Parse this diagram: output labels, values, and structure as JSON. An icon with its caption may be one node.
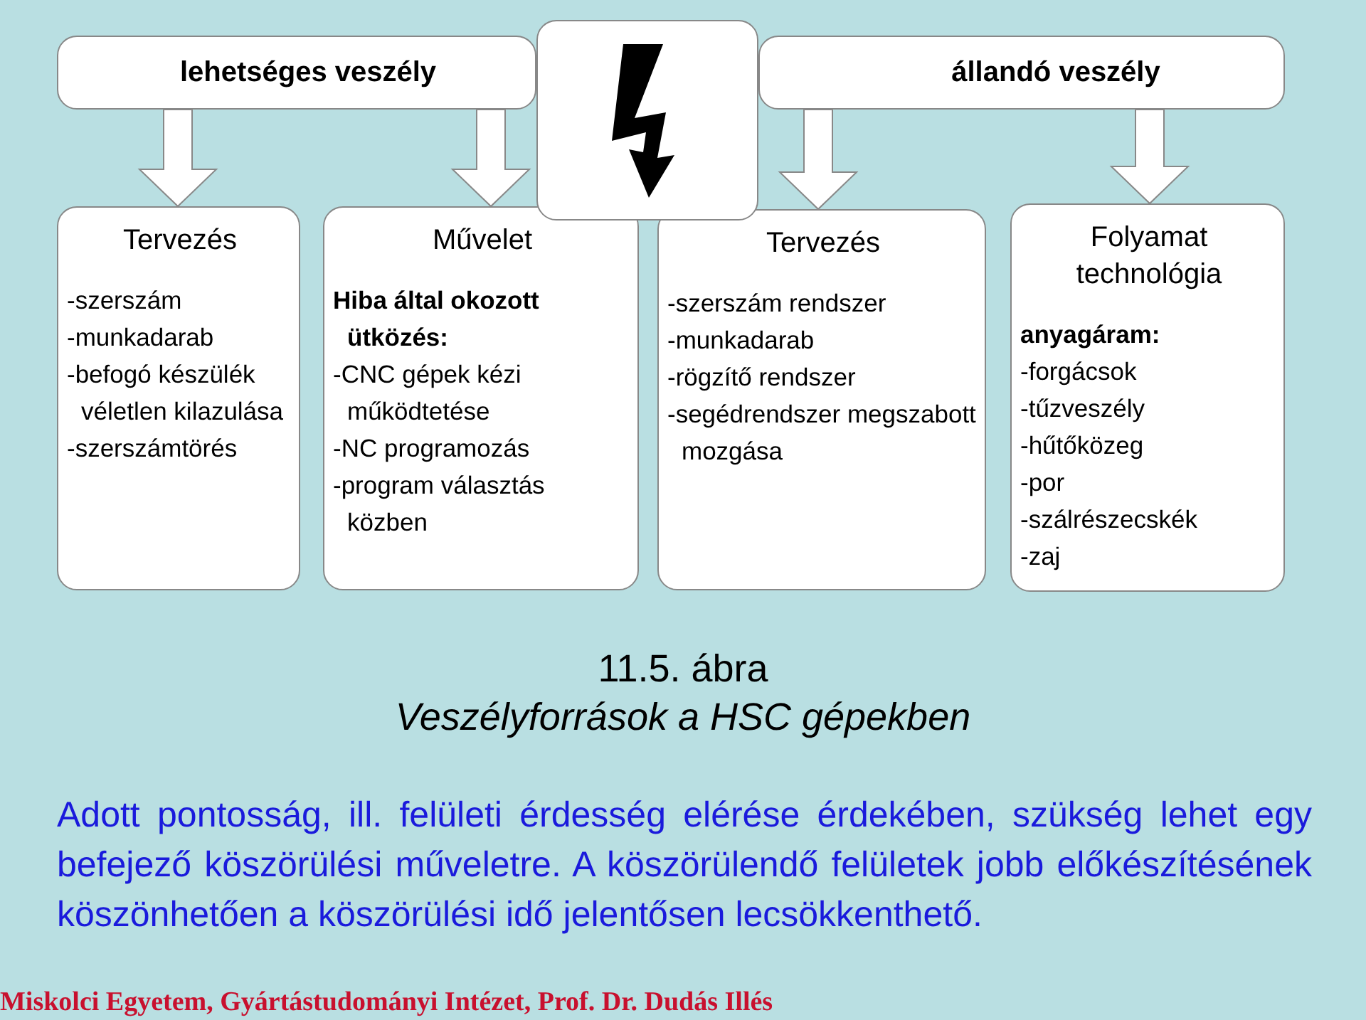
{
  "diagram": {
    "nodes": [
      {
        "text": [
          "lehetséges veszély"
        ]
      },
      {
        "text": [
          "állandó veszély"
        ]
      },
      {
        "text": [],
        "shape": "box"
      },
      {
        "text": [
          "Tervezés",
          "-szerszám",
          "-munkadarab",
          "-befogó készülék véletlen kilazulása",
          "-szerszámtörés"
        ]
      },
      {
        "text": [
          "Művelet",
          "**Hiba által okozott ütközés:**",
          "-CNC gépek kézi működtetése",
          "-NC programozás",
          "-program választás közben"
        ]
      },
      {
        "text": [
          "Tervezés",
          "-szerszám rendszer",
          "-munkadarab",
          "-rögzítő rendszer",
          "-segédrendszer megszabott mozgása"
        ]
      },
      {
        "text": [
          "Folyamat technológia",
          "**anyagáram:**",
          "-forgácsok",
          "-tűzveszély",
          "-hűtőközeg",
          "-por",
          "-szálrészecskék",
          "-zaj"
        ]
      }
    ],
    "edges": [
      {
        "from": 0,
        "to": 3,
        "arrow": "to"
      },
      {
        "from": 0,
        "to": 4,
        "arrow": "to"
      },
      {
        "from": 1,
        "to": 5,
        "arrow": "to"
      },
      {
        "from": 1,
        "to": 6,
        "arrow": "to"
      }
    ],
    "labels": [
      "11.5. ábra",
      "Veszélyforrások a HSC gépekben",
      "Adott pontosság, ill. felületi érdesség elérése érdekében, szükség lehet egy befejező köszörülési műveletre. A köszörülendő felületek jobb előkészítésének köszönhetően a köszörülési idő jelentősen lecsökkenthető.",
      "Miskolci Egyetem, Gyártástudományi Intézet, Prof. Dr. Dudás Illés"
    ]
  }
}
